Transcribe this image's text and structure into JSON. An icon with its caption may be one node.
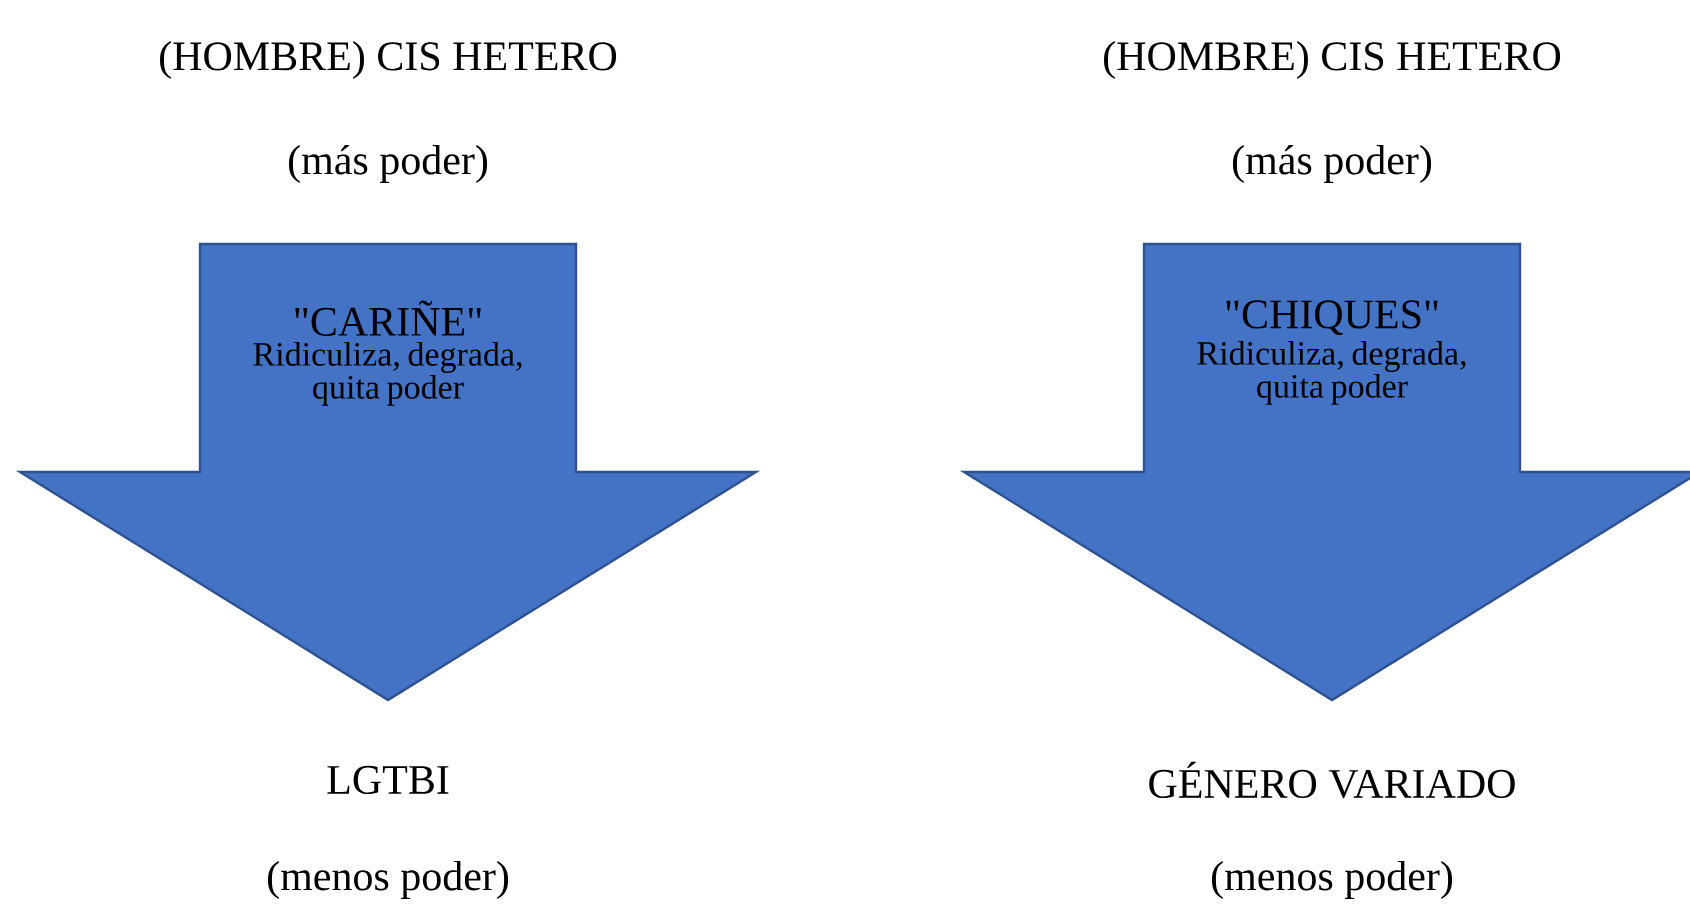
{
  "diagram": {
    "nodes": [
      {
        "text": [
          "\"CARIÑE\"",
          "Ridiculiza, degrada, quita poder"
        ]
      },
      {
        "text": [
          "\"CHIQUES\"",
          "Ridiculiza, degrada, quita poder"
        ]
      }
    ],
    "labels": [
      "(HOMBRE) CIS HETERO",
      "(HOMBRE) CIS HETERO",
      "(más poder)",
      "(más poder)",
      "LGTBI",
      "GÉNERO VARIADO",
      "(menos poder)",
      "(menos poder)"
    ]
  }
}
